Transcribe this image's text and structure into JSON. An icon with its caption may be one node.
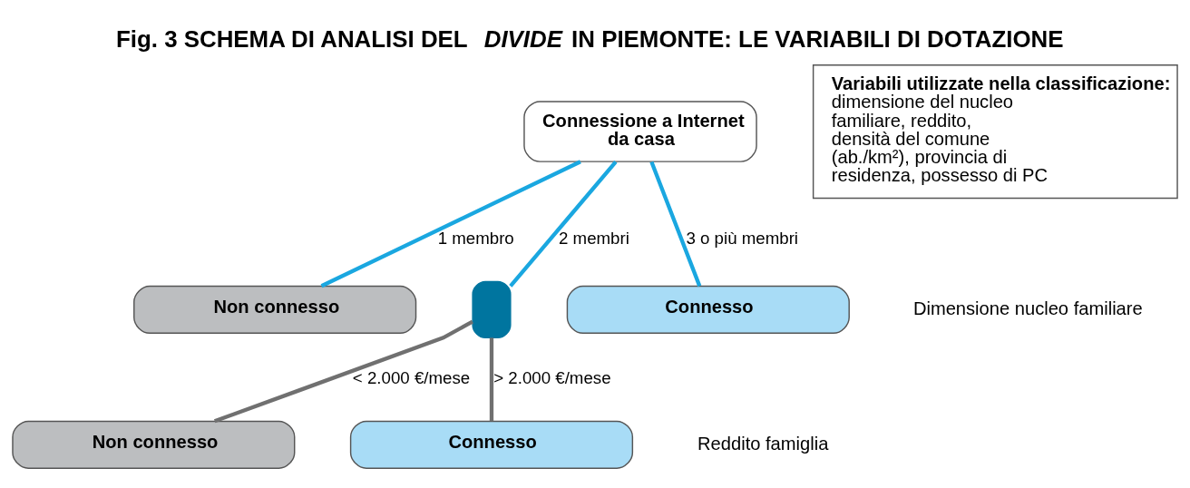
{
  "diagram": {
    "title": "Fig. 3 SCHEMA DI ANALISI DEL *DIVIDE* IN PIEMONTE: LE VARIABILI DI DOTAZIONE",
    "nodes": [
      {
        "text": [
          "Connessione a Internet da casa"
        ]
      },
      {
        "text": [
          "Non connesso"
        ]
      },
      {
        "text": [],
        "shape": "box"
      },
      {
        "text": [
          "Connesso"
        ]
      },
      {
        "text": [
          "Non connesso"
        ]
      },
      {
        "text": [
          "Connesso"
        ]
      },
      {
        "text": [
          "Variabili utilizzate nella classificazione:",
          "dimensione del nucleo familiare, reddito, densità del comune (ab./km²), provincia di residenza, possesso di PC"
        ]
      }
    ],
    "edges": [
      {
        "from": 0,
        "to": 1,
        "arrow": "none",
        "label": "1 membro"
      },
      {
        "from": 0,
        "to": 2,
        "arrow": "none",
        "label": "2 membri"
      },
      {
        "from": 0,
        "to": 3,
        "arrow": "none",
        "label": "3 o più membri"
      },
      {
        "from": 2,
        "to": 4,
        "arrow": "none",
        "label": "< 2.000 €/mese",
        "color": "#707070"
      },
      {
        "from": 2,
        "to": 5,
        "arrow": "none",
        "label": "> 2.000 €/mese",
        "color": "#707070"
      }
    ],
    "labels": [
      "Dimensione nucleo familiare",
      "Reddito famiglia"
    ]
  }
}
